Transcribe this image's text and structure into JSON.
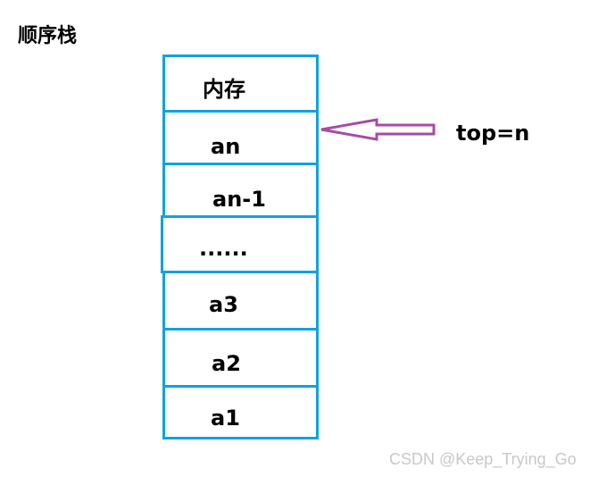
{
  "title": "顺序栈",
  "stack": {
    "cells": [
      {
        "label": "内存"
      },
      {
        "label": "an"
      },
      {
        "label": "an-1"
      },
      {
        "label": "......"
      },
      {
        "label": "a3"
      },
      {
        "label": "a2"
      },
      {
        "label": "a1"
      }
    ]
  },
  "pointer": {
    "label": "top=n",
    "color": "#a54ca3"
  },
  "colors": {
    "cell_border": "#0fa3e0"
  },
  "watermark": "CSDN @Keep_Trying_Go"
}
